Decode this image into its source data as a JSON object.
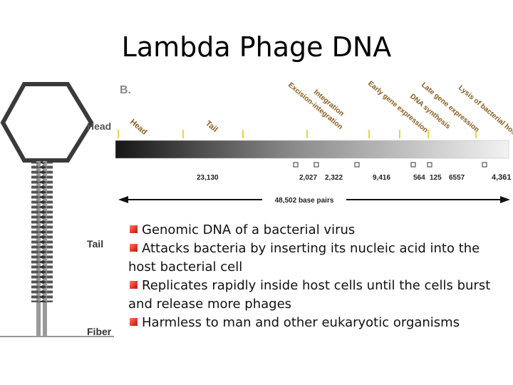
{
  "title": "Lambda Phage DNA",
  "phage": {
    "head_label": "Head",
    "tail_label": "Tail",
    "fiber_label": "Fiber"
  },
  "genome_map": {
    "panel_label": "B.",
    "head_label": "Head",
    "region_labels": [
      "Head",
      "Tail",
      "Excision-integration",
      "Integration",
      "Early gene expression",
      "DNA synthesis",
      "Late gene expression",
      "Lysis of bacterial host"
    ],
    "fragment_sizes": [
      "23,130",
      "2,027",
      "2,322",
      "9,416",
      "564",
      "125",
      "6557",
      "4,361"
    ],
    "total_length": "48,502 base pairs"
  },
  "bullets": [
    "Genomic DNA of a bacterial virus",
    "Attacks bacteria by inserting its nucleic acid into the host bacterial cell",
    "Replicates rapidly inside host cells until the cells burst and release more phages",
    "Harmless to man and other eukaryotic organisms"
  ],
  "colors": {
    "bullet_marker": "#e63a2a",
    "label_text": "#8a5a1c",
    "marker_yellow": "#e8d44a"
  }
}
